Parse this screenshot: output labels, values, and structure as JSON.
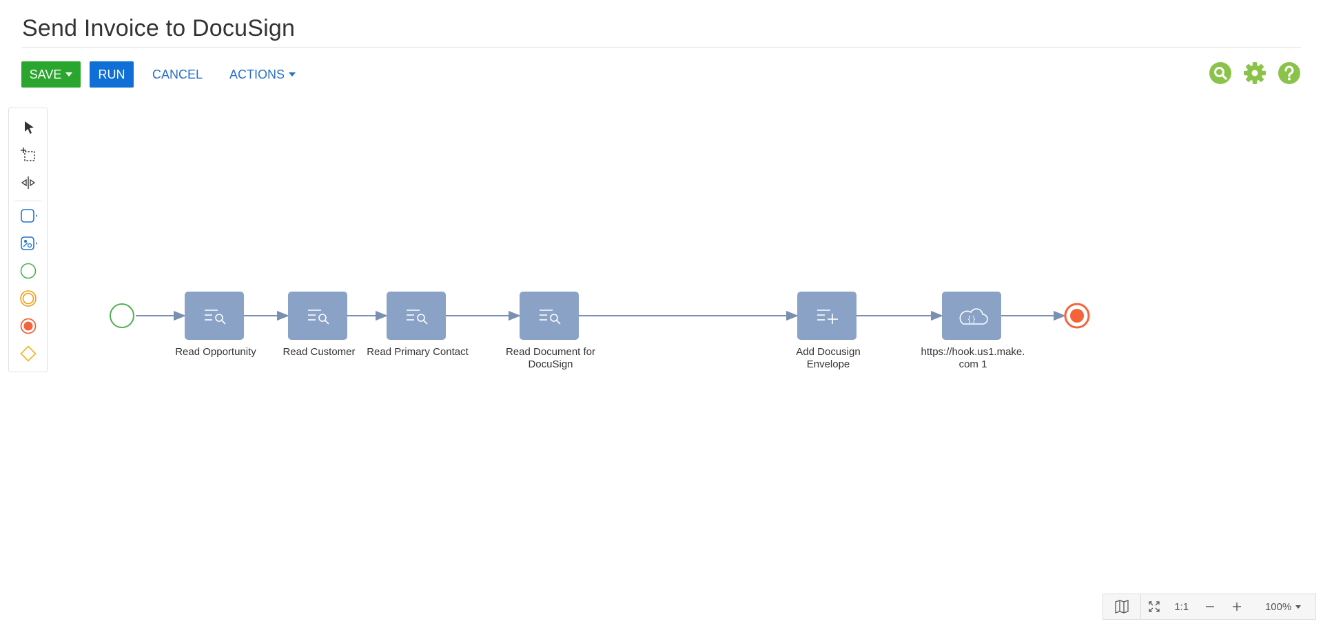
{
  "page": {
    "title": "Send Invoice to DocuSign"
  },
  "toolbar": {
    "save_label": "SAVE",
    "run_label": "RUN",
    "cancel_label": "CANCEL",
    "actions_label": "ACTIONS"
  },
  "top_icons": [
    "search-icon",
    "gear-icon",
    "help-icon"
  ],
  "palette": {
    "tools": [
      "pointer-icon",
      "lasso-select-icon",
      "space-tool-icon",
      "task-icon",
      "subprocess-icon",
      "start-event-icon",
      "intermediate-event-icon",
      "end-event-icon",
      "gateway-icon"
    ]
  },
  "process": {
    "start_event": {
      "icon": "start-event-icon"
    },
    "nodes": [
      {
        "label": "Read Opportunity",
        "icon": "read-data-icon"
      },
      {
        "label": "Read Customer",
        "icon": "read-data-icon"
      },
      {
        "label": "Read Primary Contact",
        "icon": "read-data-icon"
      },
      {
        "label": "Read Document for DocuSign",
        "icon": "read-data-icon"
      },
      {
        "label": "Add Docusign Envelope",
        "icon": "add-data-icon"
      },
      {
        "label": "https://hook.us1.make.com 1",
        "icon": "web-service-icon"
      }
    ],
    "end_event": {
      "icon": "end-event-icon"
    }
  },
  "zoom_bar": {
    "fit_label": "1:1",
    "zoom_level": "100%"
  },
  "colors": {
    "task_fill": "#8aa2c6",
    "start_green": "#4caf50",
    "end_red": "#f4633a",
    "link_blue": "#2a6fc9",
    "save_green": "#2aa52d",
    "run_blue": "#0f6fd6",
    "icon_green": "#8bc34a"
  }
}
